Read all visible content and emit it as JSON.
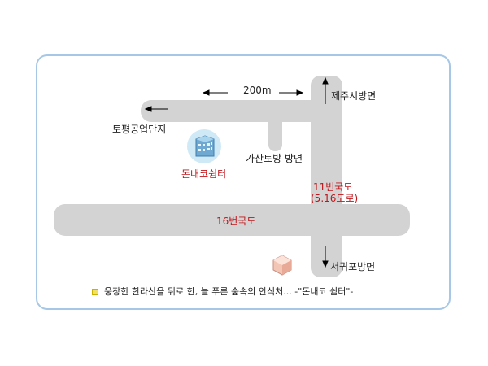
{
  "map": {
    "distance_label": "200m",
    "places": {
      "topyeong": "토평공업단지",
      "jeju_city": "제주시방면",
      "gasan": "가산토방 방면",
      "shelter": "돈내코쉼터",
      "seogwipo": "서귀포방면"
    },
    "roads": {
      "route11_line1": "11번국도",
      "route11_line2": "(5.16도로)",
      "route16": "16번국도"
    },
    "caption": "웅장한 한라산을 뒤로 한, 늘 푸른 숲속의 안식처... -\"돈내코 쉼터\"-",
    "colors": {
      "road": "#d3d3d3",
      "frame": "#a7c7e7",
      "route_label": "#c0161b",
      "building": "#9fd3f0"
    },
    "icons": [
      "building-icon",
      "marker-cube-icon",
      "arrow-left-icon",
      "arrow-right-icon",
      "arrow-up-icon",
      "arrow-down-icon"
    ]
  }
}
